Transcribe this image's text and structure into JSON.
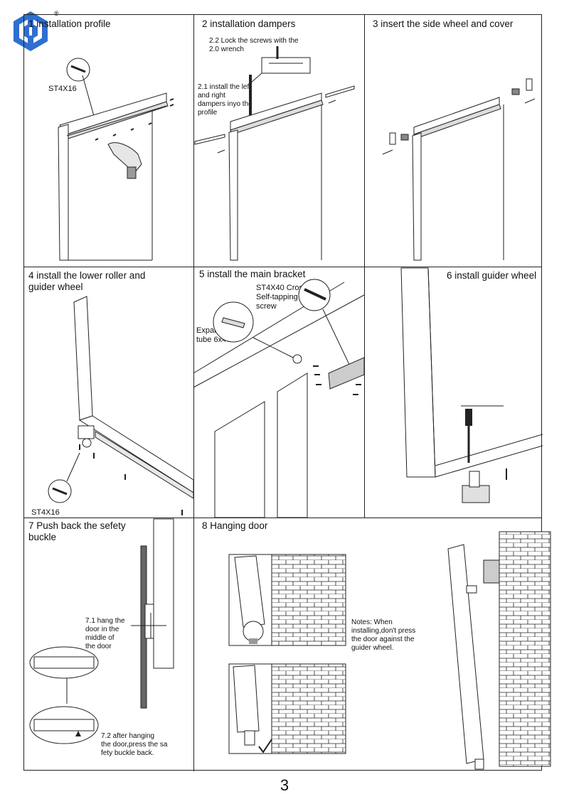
{
  "colors": {
    "logo": "#2f6fd0",
    "line": "#222222",
    "brick_bg": "#ffffff"
  },
  "logo": {
    "icon": "hexagon-logo-icon",
    "registered": "®"
  },
  "steps": [
    {
      "title": "1 installation profile",
      "labels": {
        "screw": "ST4X16"
      }
    },
    {
      "title": "2 installation dampers",
      "labels": {
        "lock": "2.2 Lock the screws with the\n2.0 wrench",
        "install": "2.1 install the left\nand right\ndampers inyo the\nprofile"
      }
    },
    {
      "title": "3 insert the side wheel and cover",
      "labels": {}
    },
    {
      "title": "4 install the lower roller and\nguider wheel",
      "labels": {
        "screw": "ST4X16"
      }
    },
    {
      "title": "5 install the main bracket",
      "labels": {
        "screw": "ST4X40 Cross\nSelf-tapping\nscrew",
        "tube": "Expansion\ntube 6x40"
      }
    },
    {
      "title": "6 install guider wheel",
      "labels": {}
    },
    {
      "title": "7 Push back the sefety\nbuckle",
      "labels": {
        "hang": "7.1 hang the\ndoor in the\nmiddle of\nthe door",
        "press": "7.2 after hanging\nthe door,press the sa\nfety buckle back."
      }
    },
    {
      "title": "8 Hanging door",
      "labels": {
        "notes": "Notes: When\ninstalling,don't press\nthe door against the\nguider wheel."
      }
    }
  ],
  "page_number": "3"
}
